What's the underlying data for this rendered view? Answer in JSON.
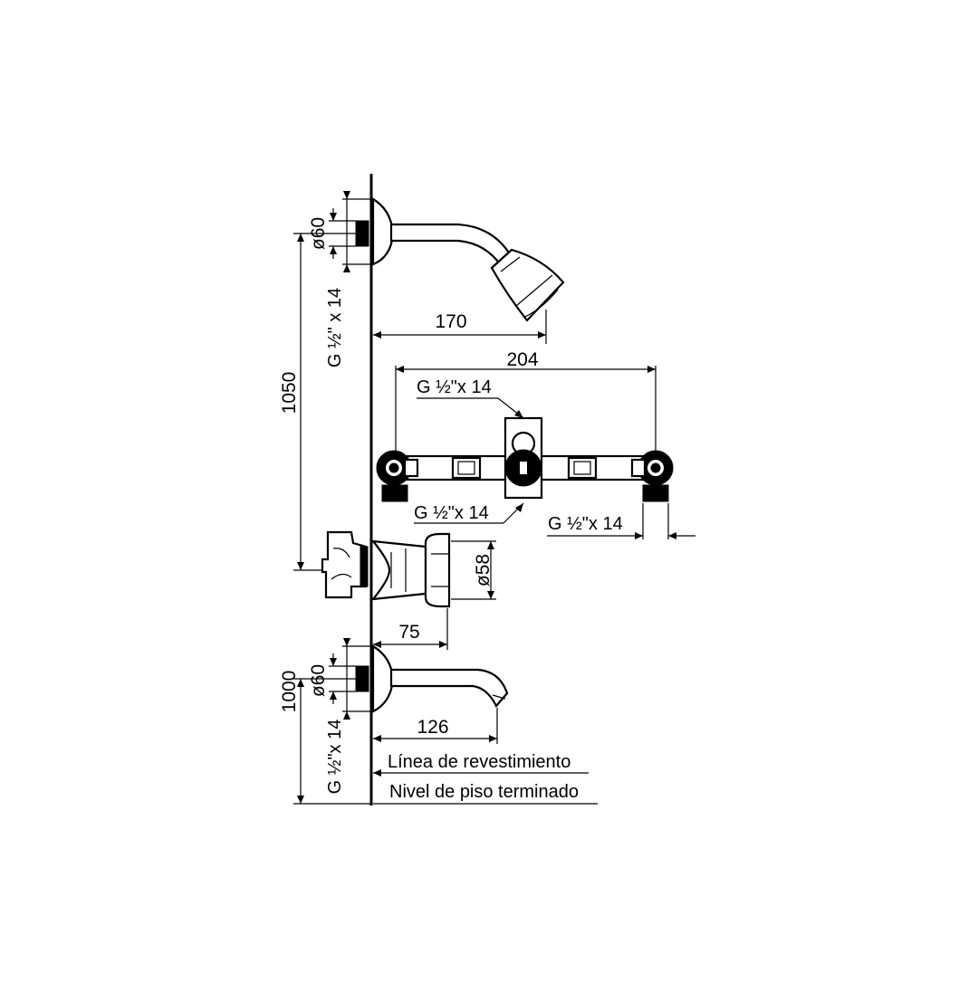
{
  "dimensions": {
    "shower_arm_reach": "170",
    "mixer_centers": "204",
    "valve_projection": "75",
    "spout_reach": "126",
    "shower_height": "1050",
    "spout_height": "1000",
    "shower_flange_dia": "ø60",
    "handle_dia": "ø58",
    "spout_flange_dia": "ø60"
  },
  "threads": {
    "shower_thread": "G ½\" x 14",
    "mixer_top_thread": "G ½\"x 14",
    "mixer_bottom_thread": "G ½\"x 14",
    "mixer_right_thread": "G ½\"x 14",
    "spout_thread": "G ½\"x 14"
  },
  "reference_lines": {
    "cladding_line": "Línea de revestimiento",
    "finished_floor": "Nivel de piso terminado"
  }
}
